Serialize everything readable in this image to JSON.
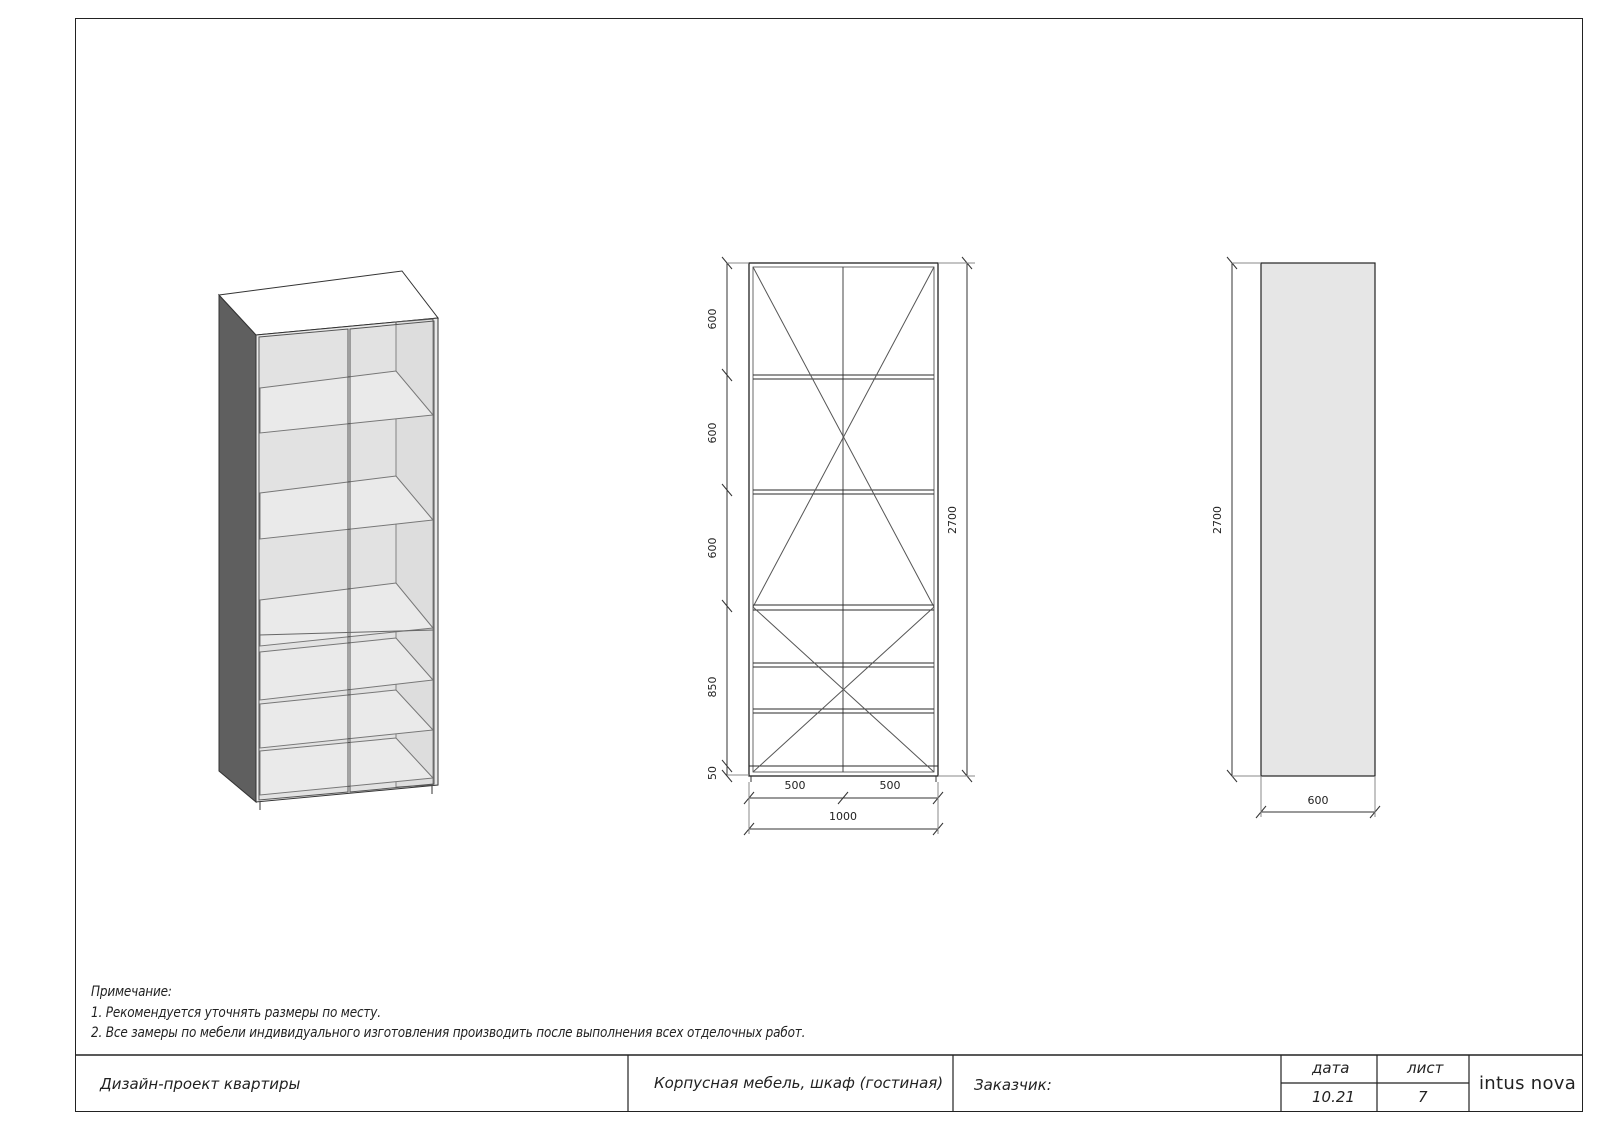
{
  "drawing": {
    "front_view": {
      "height_dims": [
        "600",
        "600",
        "600",
        "850",
        "50"
      ],
      "total_height": "2700",
      "width_dims": [
        "500",
        "500"
      ],
      "total_width": "1000"
    },
    "side_view": {
      "total_height": "2700",
      "depth": "600"
    }
  },
  "notes": {
    "heading": "Примечание:",
    "items": [
      "1. Рекомендуется уточнять размеры по месту.",
      "2. Все замеры по мебели индивидуального изготовления производить после выполнения всех отделочных работ."
    ]
  },
  "title_block": {
    "project": "Дизайн-проект квартиры",
    "sheet_title": "Корпусная мебель, шкаф (гостиная)",
    "client_label": "Заказчик:",
    "date_label": "дата",
    "date_value": "10.21",
    "sheet_label": "лист",
    "sheet_value": "7",
    "logo": "intus nova"
  }
}
